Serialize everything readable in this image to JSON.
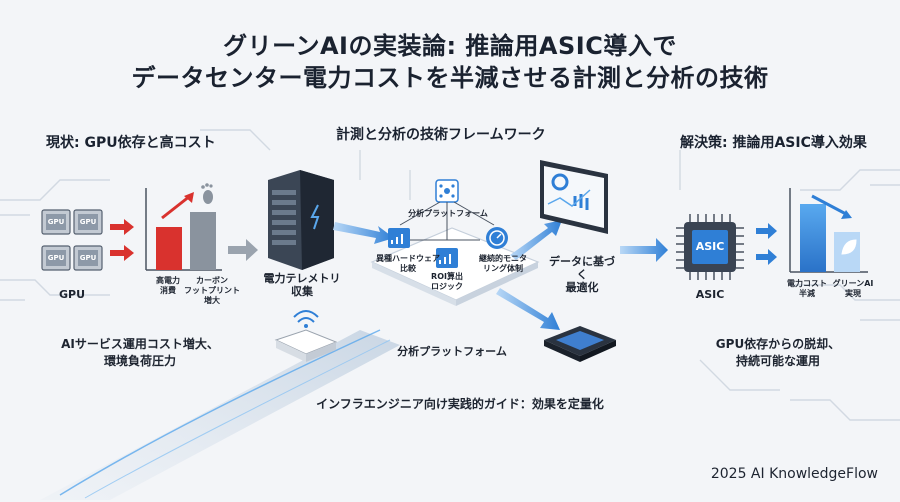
{
  "title_line1": "グリーンAIの実装論: 推論用ASIC導入で",
  "title_line2": "データセンター電力コストを半減させる計測と分析の技術",
  "left": {
    "heading": "現状: GPU依存と高コスト",
    "chip_label": "GPU",
    "gpu_label": "GPU",
    "bar1_label": "高電力\n消費",
    "bar2_label": "カーボン\nフットプリント\n増大",
    "caption": "AIサービス運用コスト増大、\n環境負荷圧力"
  },
  "center": {
    "heading": "計測と分析の技術フレームワーク",
    "server_label": "電力テレメトリ\n収集",
    "platform_top": "分析プラットフォーム",
    "hetero": "異種ハードウェア\n比較",
    "roi": "ROI算出\nロジック",
    "monitor": "継続的モニタ\nリング体制",
    "optimize": "データに基づく\n最適化",
    "platform_bottom": "分析プラットフォーム",
    "guide": "インフラエンジニア向け実践的ガイド：効果を定量化"
  },
  "right": {
    "heading": "解決策: 推論用ASIC導入効果",
    "asic_chip": "ASIC",
    "asic_label": "ASIC",
    "bar1_label": "電力コスト\n半減",
    "bar2_label": "グリーンAI\n実現",
    "caption": "GPU依存からの脱却、\n持続可能な運用"
  },
  "footer": "2025 AI KnowledgeFlow",
  "colors": {
    "red": "#d9322e",
    "blue": "#2f7fd6",
    "light_blue": "#5aa7ec",
    "dark": "#1d2430",
    "grey": "#8a939e"
  }
}
